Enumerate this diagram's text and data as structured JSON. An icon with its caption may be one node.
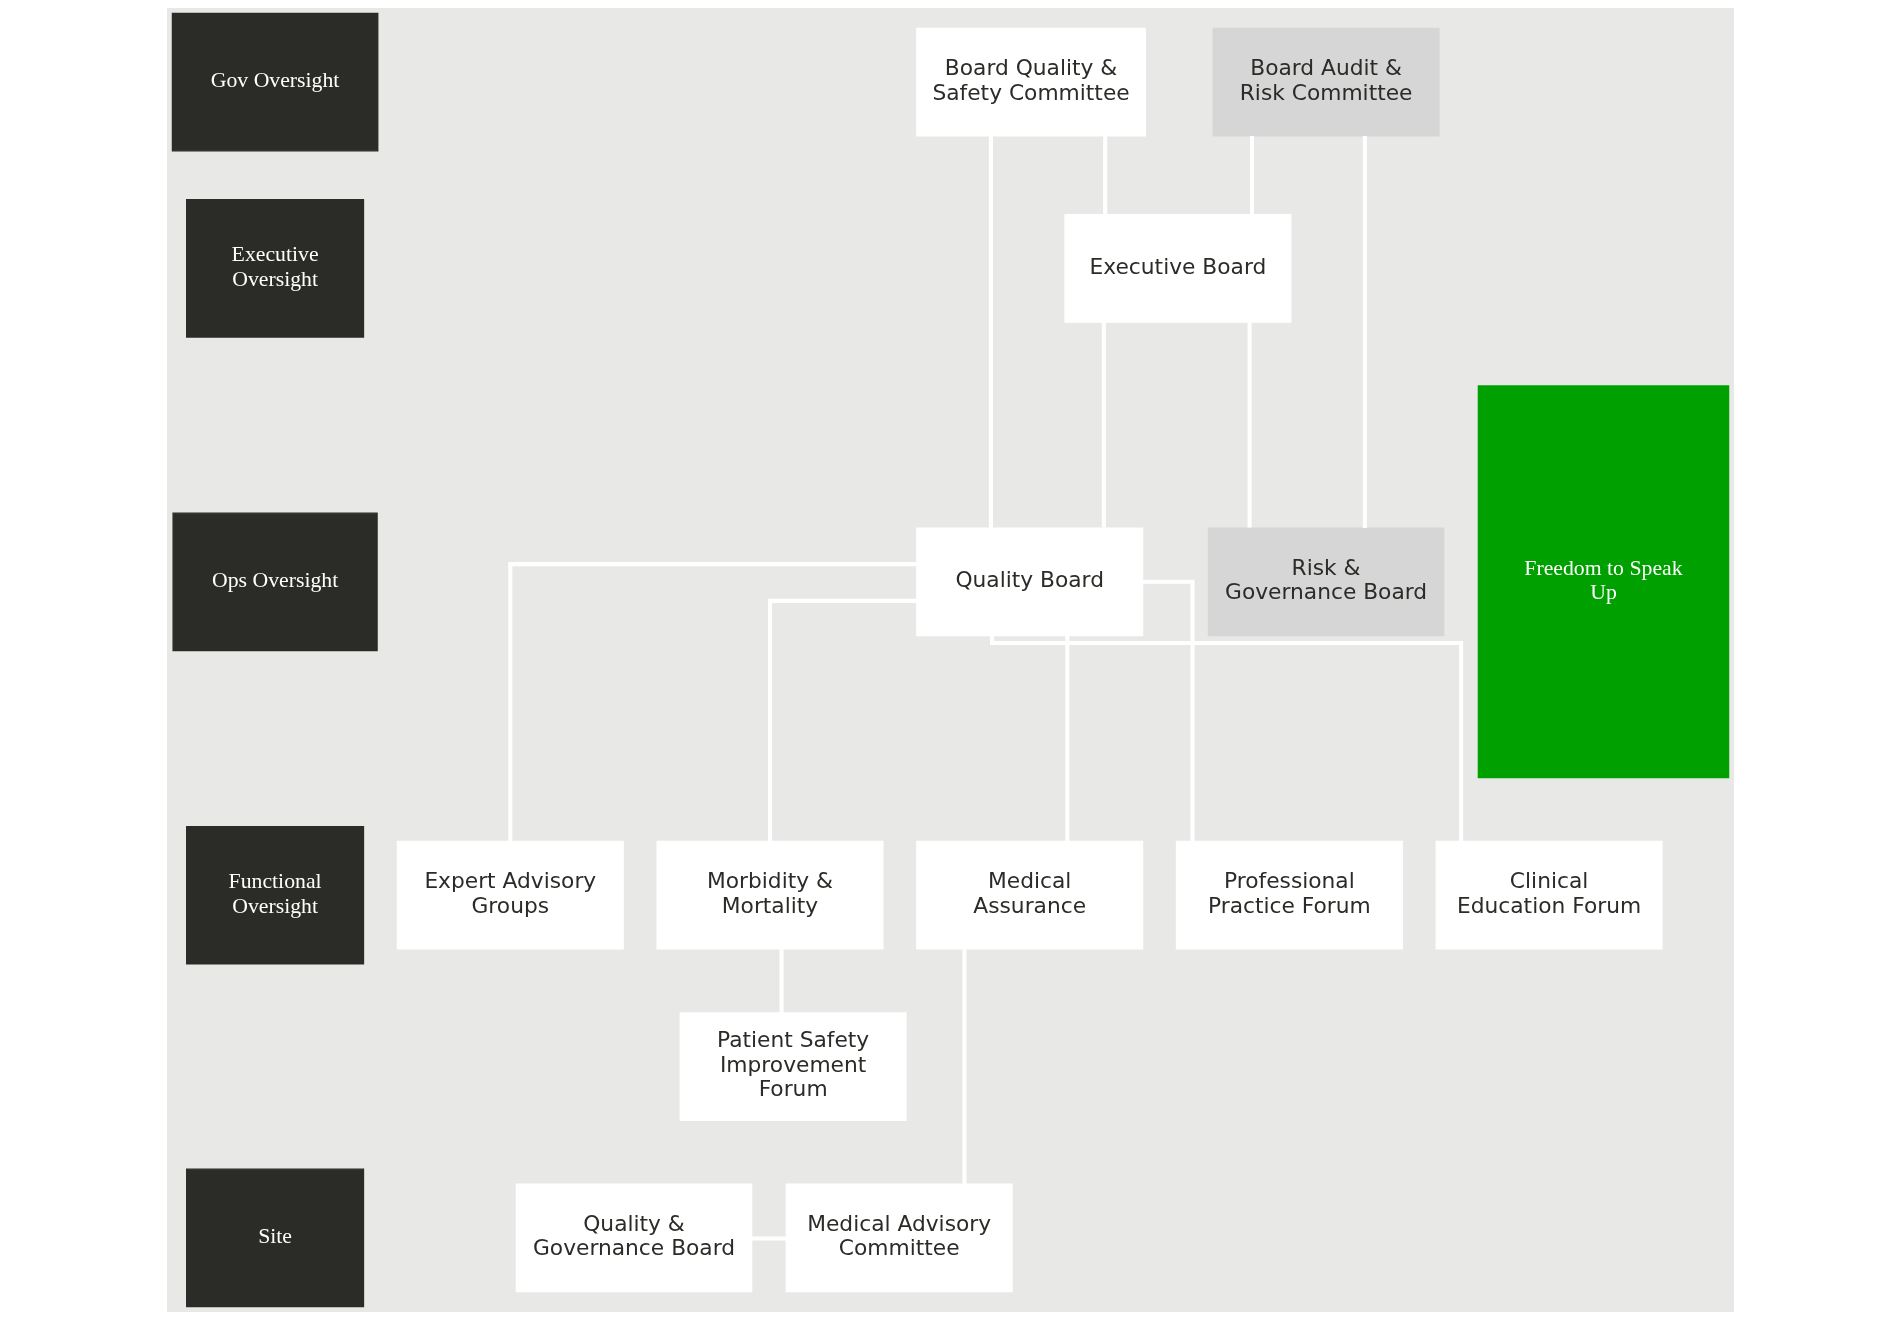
{
  "diagram": {
    "nodes": [
      {
        "text": [
          "Gov Oversight"
        ]
      },
      {
        "text": [
          "Board Quality & Safety Committee"
        ]
      },
      {
        "text": [
          "Board Audit & Risk Committee"
        ]
      },
      {
        "text": [
          "Executive Oversight"
        ]
      },
      {
        "text": [
          "Executive Board"
        ]
      },
      {
        "text": [
          "Ops Oversight"
        ]
      },
      {
        "text": [
          "Quality Board"
        ]
      },
      {
        "text": [
          "Risk & Governance Board"
        ]
      },
      {
        "text": [
          "Freedom to Speak Up"
        ]
      },
      {
        "text": [
          "Functional Oversight"
        ]
      },
      {
        "text": [
          "Expert Advisory Groups"
        ]
      },
      {
        "text": [
          "Morbidity & Mortality"
        ]
      },
      {
        "text": [
          "Medical Assurance"
        ]
      },
      {
        "text": [
          "Professional Practice Forum"
        ]
      },
      {
        "text": [
          "Clinical Education Forum"
        ]
      },
      {
        "text": [
          "Patient Safety Improvement Forum"
        ]
      },
      {
        "text": [
          "Site"
        ]
      },
      {
        "text": [
          "Quality & Governance Board"
        ]
      },
      {
        "text": [
          "Medical Advisory Committee"
        ]
      }
    ],
    "edges": [
      {
        "from": 1,
        "to": 4,
        "arrow": "none"
      },
      {
        "from": 2,
        "to": 4,
        "arrow": "none"
      },
      {
        "from": 1,
        "to": 6,
        "arrow": "none"
      },
      {
        "from": 2,
        "to": 7,
        "arrow": "none"
      },
      {
        "from": 4,
        "to": 6,
        "arrow": "none"
      },
      {
        "from": 4,
        "to": 7,
        "arrow": "none"
      },
      {
        "from": 6,
        "to": 10,
        "arrow": "none"
      },
      {
        "from": 6,
        "to": 11,
        "arrow": "none"
      },
      {
        "from": 6,
        "to": 12,
        "arrow": "none"
      },
      {
        "from": 6,
        "to": 13,
        "arrow": "none"
      },
      {
        "from": 6,
        "to": 14,
        "arrow": "none"
      },
      {
        "from": 11,
        "to": 15,
        "arrow": "none"
      },
      {
        "from": 12,
        "to": 18,
        "arrow": "none"
      },
      {
        "from": 17,
        "to": 18,
        "arrow": "none"
      }
    ]
  }
}
